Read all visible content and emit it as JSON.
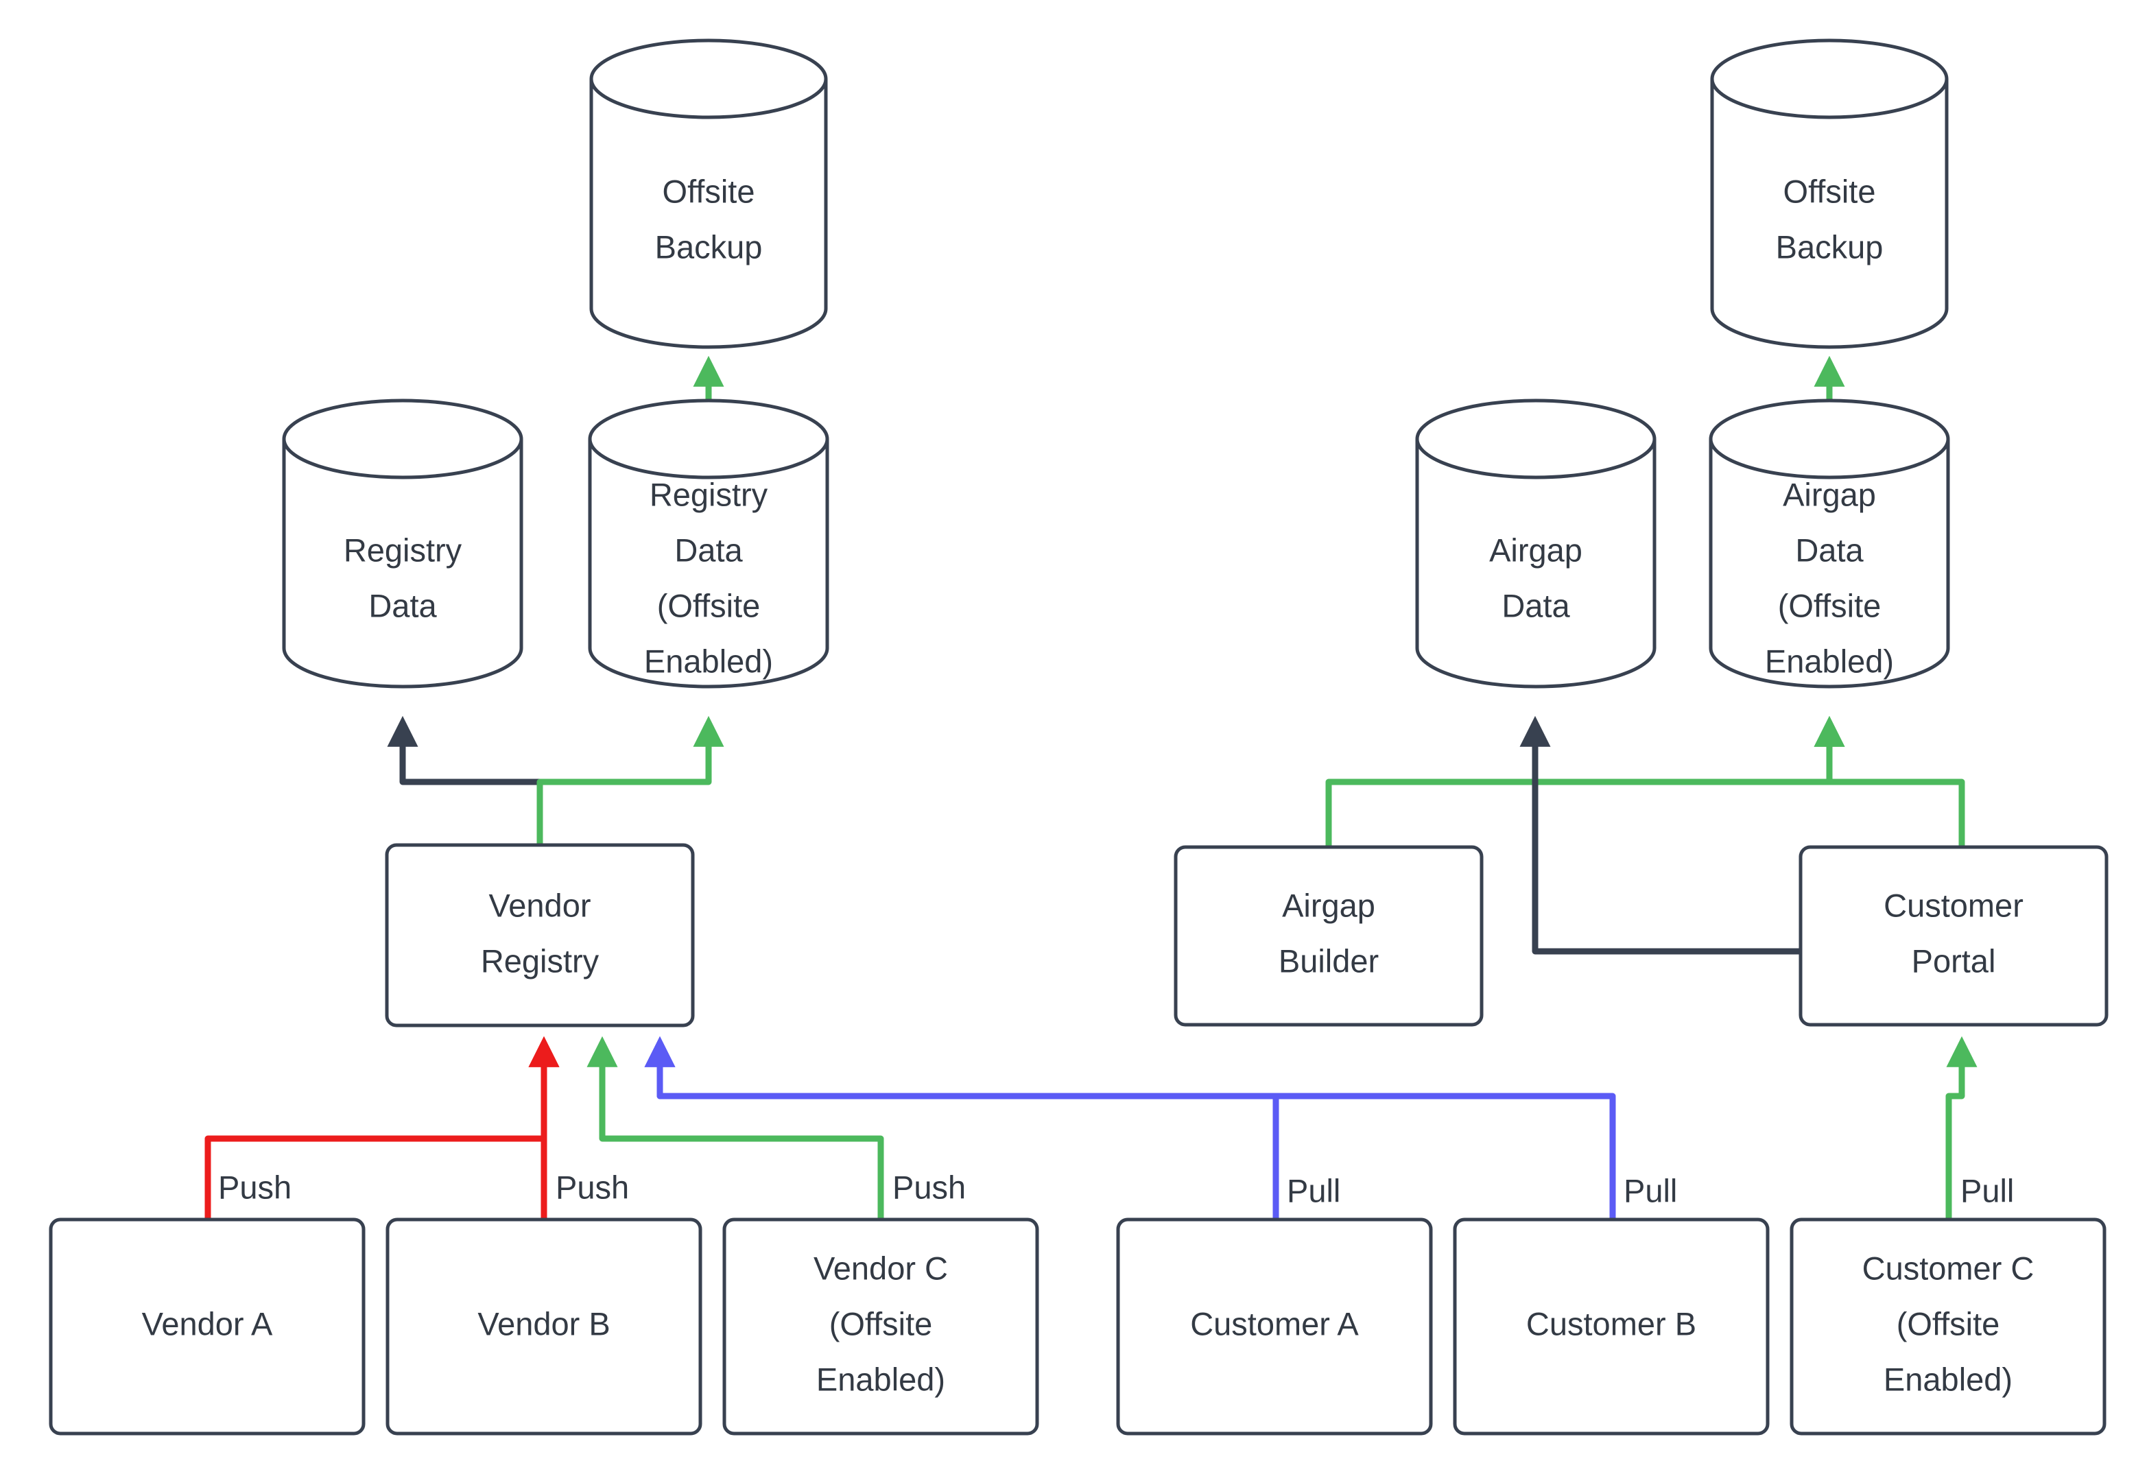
{
  "diagram": {
    "title": "Registry and Airgap Data Flow",
    "colors": {
      "stroke": "#384150",
      "text": "#333a44",
      "background": "#ffffff",
      "green": "#4cb95d",
      "red": "#ec1c1c",
      "purple": "#5b5bf5",
      "dark": "#384150"
    },
    "nodes": {
      "offsite_backup_left": {
        "type": "cylinder",
        "lines": [
          "Offsite",
          "Backup"
        ]
      },
      "offsite_backup_right": {
        "type": "cylinder",
        "lines": [
          "Offsite",
          "Backup"
        ]
      },
      "registry_data": {
        "type": "cylinder",
        "lines": [
          "Registry",
          "Data"
        ]
      },
      "registry_data_offsite": {
        "type": "cylinder",
        "lines": [
          "Registry",
          "Data",
          "(Offsite",
          "Enabled)"
        ]
      },
      "airgap_data": {
        "type": "cylinder",
        "lines": [
          "Airgap",
          "Data"
        ]
      },
      "airgap_data_offsite": {
        "type": "cylinder",
        "lines": [
          "Airgap",
          "Data",
          "(Offsite",
          "Enabled)"
        ]
      },
      "vendor_registry": {
        "type": "box",
        "lines": [
          "Vendor",
          "Registry"
        ]
      },
      "airgap_builder": {
        "type": "box",
        "lines": [
          "Airgap",
          "Builder"
        ]
      },
      "customer_portal": {
        "type": "box",
        "lines": [
          "Customer",
          "Portal"
        ]
      },
      "vendor_a": {
        "type": "box",
        "lines": [
          "Vendor A"
        ]
      },
      "vendor_b": {
        "type": "box",
        "lines": [
          "Vendor B"
        ]
      },
      "vendor_c": {
        "type": "box",
        "lines": [
          "Vendor C",
          "(Offsite",
          "Enabled)"
        ]
      },
      "customer_a": {
        "type": "box",
        "lines": [
          "Customer A"
        ]
      },
      "customer_b": {
        "type": "box",
        "lines": [
          "Customer B"
        ]
      },
      "customer_c": {
        "type": "box",
        "lines": [
          "Customer C",
          "(Offsite",
          "Enabled)"
        ]
      }
    },
    "edge_labels": {
      "vendor_a_push": "Push",
      "vendor_b_push": "Push",
      "vendor_c_push": "Push",
      "customer_a_pull": "Pull",
      "customer_b_pull": "Pull",
      "customer_c_pull": "Pull"
    },
    "edges": [
      {
        "from": "registry_data_offsite",
        "to": "offsite_backup_left",
        "color": "green",
        "label": ""
      },
      {
        "from": "airgap_data_offsite",
        "to": "offsite_backup_right",
        "color": "green",
        "label": ""
      },
      {
        "from": "vendor_registry",
        "to": "registry_data",
        "color": "dark",
        "label": ""
      },
      {
        "from": "vendor_registry",
        "to": "registry_data_offsite",
        "color": "green",
        "label": ""
      },
      {
        "from": "airgap_builder",
        "to": "airgap_data_offsite",
        "color": "green",
        "label": ""
      },
      {
        "from": "customer_portal",
        "to": "airgap_data_offsite",
        "color": "green",
        "label": ""
      },
      {
        "from": "customer_portal",
        "to": "airgap_data",
        "color": "dark",
        "label": ""
      },
      {
        "from": "vendor_a",
        "to": "vendor_registry",
        "color": "red",
        "label": "Push"
      },
      {
        "from": "vendor_b",
        "to": "vendor_registry",
        "color": "red",
        "label": "Push"
      },
      {
        "from": "vendor_c",
        "to": "vendor_registry",
        "color": "green",
        "label": "Push"
      },
      {
        "from": "customer_a",
        "to": "vendor_registry",
        "color": "purple",
        "label": "Pull"
      },
      {
        "from": "customer_b",
        "to": "vendor_registry",
        "color": "purple",
        "label": "Pull"
      },
      {
        "from": "customer_c",
        "to": "customer_portal",
        "color": "green",
        "label": "Pull"
      }
    ]
  }
}
